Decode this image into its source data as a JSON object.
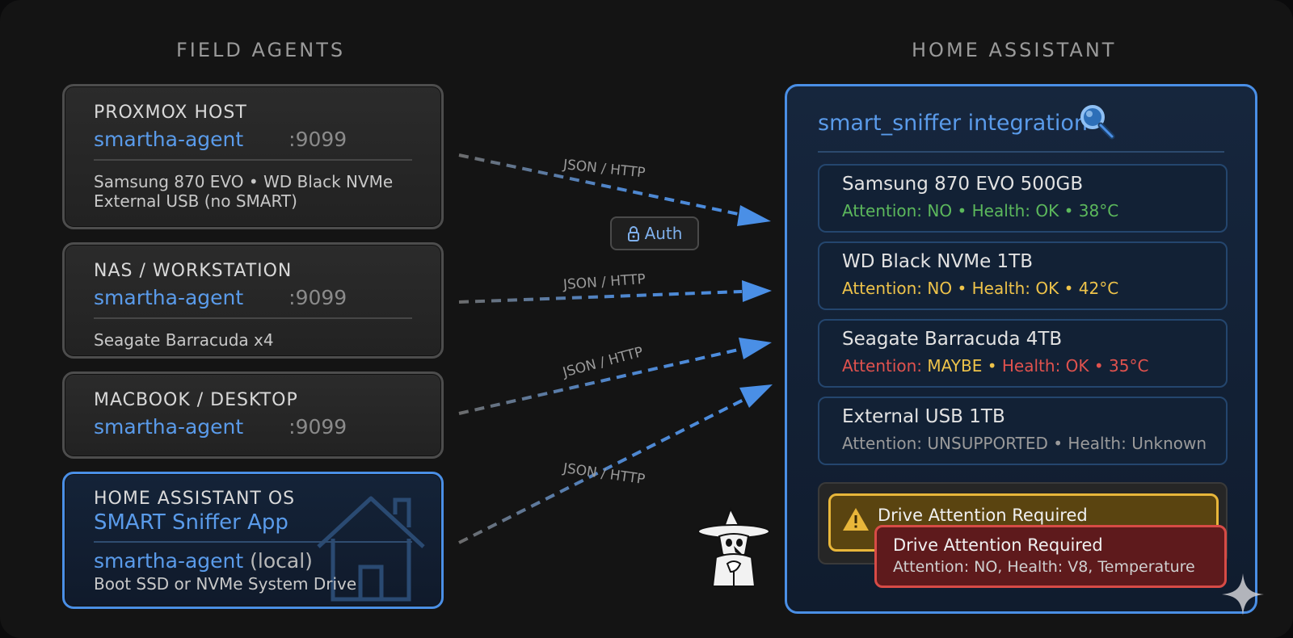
{
  "sections": {
    "left_title": "FIELD AGENTS",
    "right_title": "HOME ASSISTANT"
  },
  "agents": [
    {
      "heading": "PROXMOX HOST",
      "agent": "smartha-agent",
      "port": ":9099",
      "drives_line1": "Samsung 870 EVO • WD Black NVMe",
      "drives_line2": "External USB (no SMART)"
    },
    {
      "heading": "NAS / WORKSTATION",
      "agent": "smartha-agent",
      "port": ":9099",
      "drives_line1": "Seagate Barracuda x4"
    },
    {
      "heading": "MACBOOK / DESKTOP",
      "agent": "smartha-agent",
      "port": ":9099"
    }
  ],
  "ha_os": {
    "heading": "HOME ASSISTANT OS",
    "app": "SMART Sniffer App",
    "agent": "smartha-agent",
    "agent_suffix": "(local)",
    "drives": "Boot SSD or NVMe System Drive",
    "icon": "house-icon"
  },
  "connections": {
    "label": "JSON / HTTP",
    "auth_label": "Auth",
    "auth_icon": "lock-icon"
  },
  "integration": {
    "title": "smart_sniffer integration",
    "icon": "magnifier-icon",
    "drives": [
      {
        "name": "Samsung 870 EVO 500GB",
        "attention": "Attention: NO",
        "health": "Health: OK",
        "temp": "38°C",
        "color": "#5cb85c"
      },
      {
        "name": "WD Black NVMe 1TB",
        "attention": "Attention: NO",
        "health": "Health: OK",
        "temp": "42°C",
        "color": "#eec34a"
      },
      {
        "name": "Seagate Barracuda 4TB",
        "attention_label": "Attention:",
        "attention_value": "MAYBE",
        "health": "Health: OK",
        "temp": "35°C",
        "color": "#e0524e",
        "accent": "#eec34a"
      },
      {
        "name": "External USB 1TB",
        "attention": "Attention: UNSUPPORTED",
        "health": "Health: Unknown",
        "color": "#9a9a9a"
      }
    ],
    "separator": "•"
  },
  "alerts": {
    "warning_title": "Drive Attention Required",
    "warning_icon": "warning-icon",
    "error_title": "Drive Attention Required",
    "error_body": "Attention: NO, Health: V8, Temperature"
  },
  "colors": {
    "accent_blue": "#5a9bea",
    "panel_border": "#4a8fe6",
    "warning": "#e8b63a",
    "error": "#d74b46"
  }
}
